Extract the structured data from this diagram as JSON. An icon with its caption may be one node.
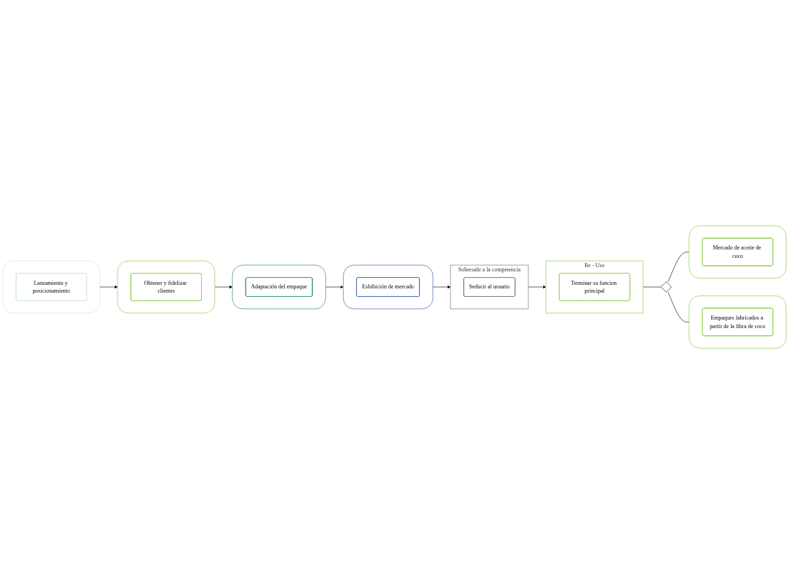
{
  "diagram": {
    "nodes": [
      {
        "text": [],
        "shape": "box"
      },
      {
        "text": [
          "Lanzamiento y posicionamiento"
        ],
        "in": 0
      },
      {
        "text": [],
        "shape": "box"
      },
      {
        "text": [
          "Obtener y fidelizar clientes"
        ],
        "in": 2
      },
      {
        "text": [],
        "shape": "box"
      },
      {
        "text": [
          "Adaptación del empaque"
        ],
        "in": 4
      },
      {
        "text": [],
        "shape": "box"
      },
      {
        "text": [
          "Exhibición de mercado"
        ],
        "in": 6
      },
      {
        "text": [
          "Sobresalir a la competencia"
        ]
      },
      {
        "text": [
          "Seducir al usuario"
        ],
        "in": 8
      },
      {
        "text": [
          "Re - Uso"
        ]
      },
      {
        "text": [
          "Terminar su funcion principal"
        ],
        "in": 10
      },
      {
        "text": [],
        "shape": "star"
      },
      {
        "text": [],
        "shape": "box"
      },
      {
        "text": [
          "Mercado de aceite de coco"
        ],
        "in": 13
      },
      {
        "text": [],
        "shape": "box"
      },
      {
        "text": [
          "Empaques fabricados a partir de la fibra de coco"
        ],
        "in": 15
      }
    ],
    "edges": [
      {
        "from": 0,
        "to": 2,
        "arrow": "to"
      },
      {
        "from": 2,
        "to": 4,
        "arrow": "to"
      },
      {
        "from": 4,
        "to": 6,
        "arrow": "to"
      },
      {
        "from": 6,
        "to": 8,
        "arrow": "to"
      },
      {
        "from": 8,
        "to": 10,
        "arrow": "to"
      },
      {
        "from": 10,
        "to": 12,
        "arrow": "none"
      },
      {
        "from": 12,
        "to": 13,
        "arrow": "none"
      },
      {
        "from": 12,
        "to": 15,
        "arrow": "none"
      }
    ]
  }
}
